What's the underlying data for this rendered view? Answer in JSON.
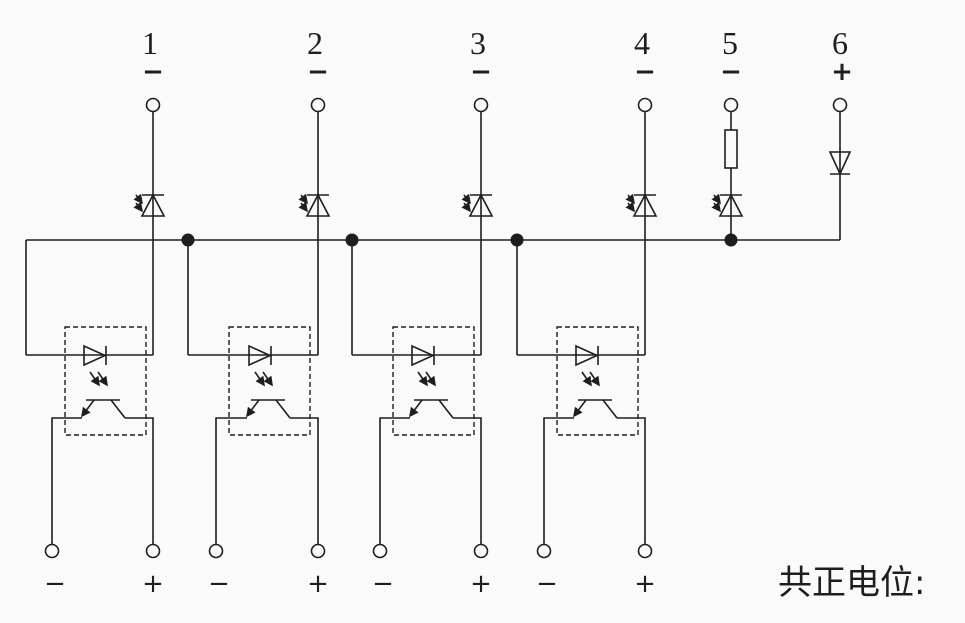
{
  "terminals_top": [
    {
      "num": "1",
      "polarity": "−"
    },
    {
      "num": "2",
      "polarity": "−"
    },
    {
      "num": "3",
      "polarity": "−"
    },
    {
      "num": "4",
      "polarity": "−"
    },
    {
      "num": "5",
      "polarity": "−"
    },
    {
      "num": "6",
      "polarity": "+"
    }
  ],
  "terminals_bottom": [
    {
      "left": "−",
      "right": "+"
    },
    {
      "left": "−",
      "right": "+"
    },
    {
      "left": "−",
      "right": "+"
    },
    {
      "left": "−",
      "right": "+"
    }
  ],
  "caption": "共正电位:"
}
